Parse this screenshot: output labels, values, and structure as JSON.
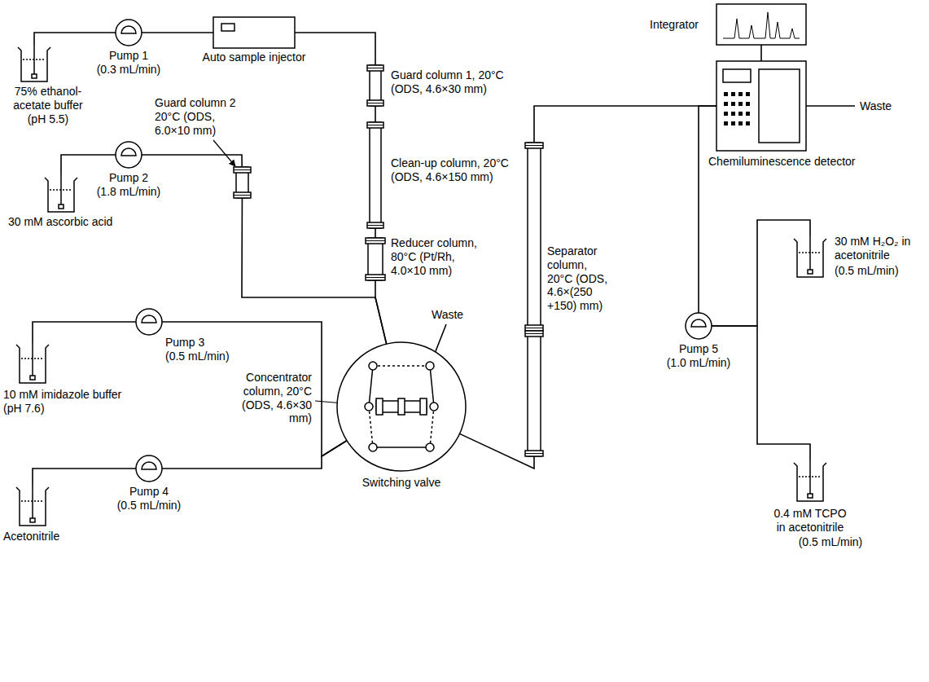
{
  "diagram": {
    "nodes": [
      {
        "text": [
          "75% ethanol-acetate buffer (pH 5.5)"
        ]
      },
      {
        "text": [
          "Pump 1",
          "(0.3 mL/min)"
        ]
      },
      {
        "text": [
          "Auto sample injector"
        ]
      },
      {
        "text": [
          "Guard column 1, 20°C (ODS, 4.6×30 mm)"
        ]
      },
      {
        "text": [
          "Clean-up column, 20°C (ODS, 4.6×150 mm)"
        ]
      },
      {
        "text": [
          "Reducer column, 80°C (Pt/Rh, 4.0×10 mm)"
        ]
      },
      {
        "text": [
          "30 mM ascorbic acid"
        ]
      },
      {
        "text": [
          "Pump 2",
          "(1.8 mL/min)"
        ]
      },
      {
        "text": [
          "Guard column 2 20°C (ODS, 6.0×10 mm)"
        ]
      },
      {
        "text": [
          "10 mM imidazole buffer (pH 7.6)"
        ]
      },
      {
        "text": [
          "Pump 3",
          "(0.5 mL/min)"
        ]
      },
      {
        "text": [
          "Acetonitrile"
        ]
      },
      {
        "text": [
          "Pump 4",
          "(0.5 mL/min)"
        ]
      },
      {
        "text": [
          "Switching valve"
        ]
      },
      {
        "text": [
          "Concentrator column, 20°C (ODS, 4.6×30 mm)"
        ],
        "in": 13
      },
      {
        "text": [
          "Separator column, 20°C (ODS, 4.6×(250 +150) mm)"
        ]
      },
      {
        "text": [
          "Chemiluminescence detector"
        ]
      },
      {
        "text": [
          "Integrator"
        ]
      },
      {
        "text": [
          "Pump 5",
          "(1.0 mL/min)"
        ]
      },
      {
        "text": [
          "30 mM H₂O₂ in acetonitrile",
          "(0.5 mL/min)"
        ]
      },
      {
        "text": [
          "0.4 mM TCPO in acetonitrile",
          "(0.5 mL/min)"
        ]
      }
    ],
    "edges": [
      {
        "from": 0,
        "to": 1,
        "arrow": "none"
      },
      {
        "from": 1,
        "to": 2,
        "arrow": "none"
      },
      {
        "from": 2,
        "to": 3,
        "arrow": "none"
      },
      {
        "from": 3,
        "to": 4,
        "arrow": "none"
      },
      {
        "from": 4,
        "to": 5,
        "arrow": "none"
      },
      {
        "from": 5,
        "to": 13,
        "arrow": "none"
      },
      {
        "from": 6,
        "to": 7,
        "arrow": "none"
      },
      {
        "from": 7,
        "to": 8,
        "arrow": "none"
      },
      {
        "from": 8,
        "to": 13,
        "arrow": "none"
      },
      {
        "from": 9,
        "to": 10,
        "arrow": "none"
      },
      {
        "from": 10,
        "to": 13,
        "arrow": "none"
      },
      {
        "from": 11,
        "to": 12,
        "arrow": "none"
      },
      {
        "from": 12,
        "to": 13,
        "arrow": "none"
      },
      {
        "from": 13,
        "to": 15,
        "arrow": "none"
      },
      {
        "from": 15,
        "to": 16,
        "arrow": "none"
      },
      {
        "from": 16,
        "to": 17,
        "arrow": "none"
      },
      {
        "from": 19,
        "to": 18,
        "arrow": "none"
      },
      {
        "from": 20,
        "to": 18,
        "arrow": "none"
      },
      {
        "from": 18,
        "to": 16,
        "arrow": "none"
      }
    ],
    "labels": [
      "Waste",
      "Waste"
    ]
  }
}
